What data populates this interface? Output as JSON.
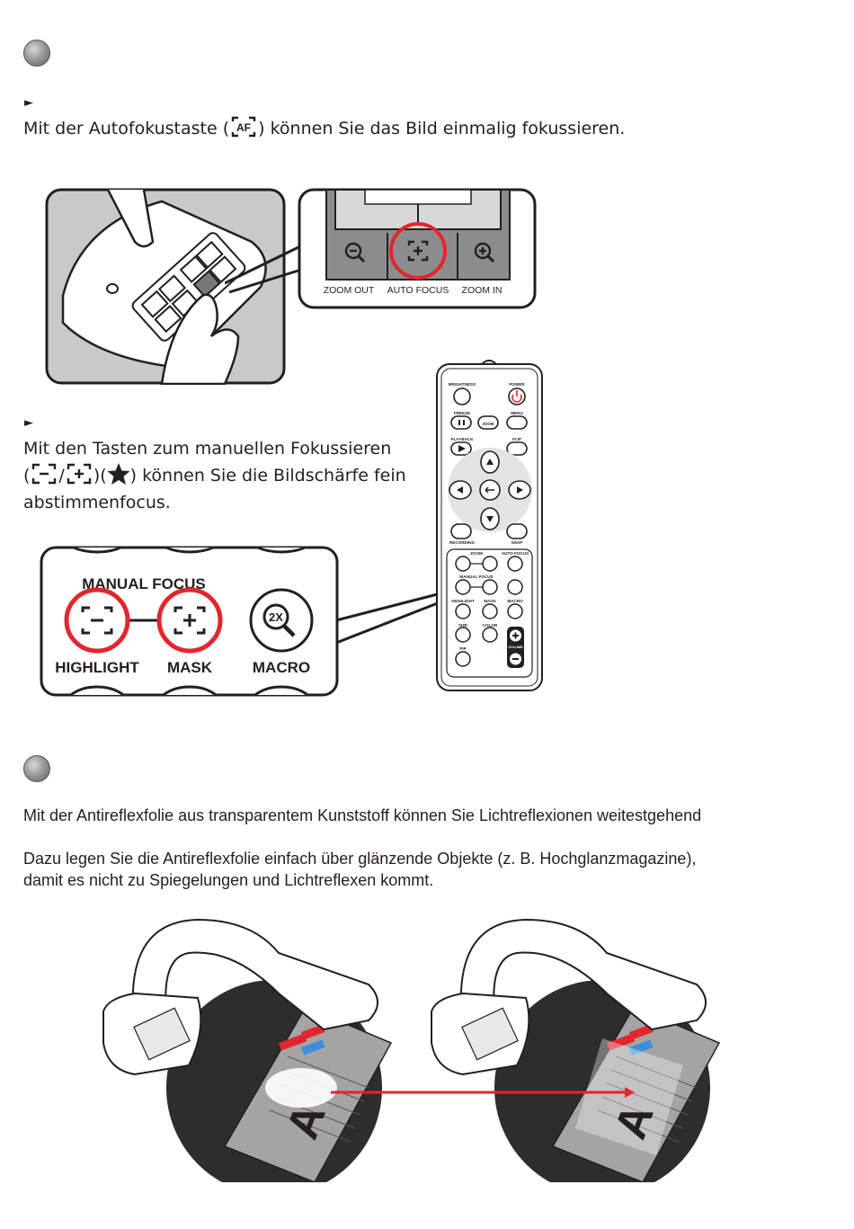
{
  "section1": {
    "auto_arrow": "►",
    "auto_text_before": "Mit der Autofokustaste (",
    "auto_text_after": ") können Sie das Bild einmalig fokussieren.",
    "af_icon_label": "AF",
    "manual_arrow": "►",
    "manual_line1": "Mit den Tasten zum manuellen Fokussieren",
    "manual_paren_open": "(",
    "manual_slash": "/",
    "manual_close_open": ")(",
    "manual_line2_after": ") können Sie die Bildschärfe fein",
    "manual_line3": "abstimmenfocus."
  },
  "panel_top": {
    "zoom_out": "ZOOM OUT",
    "auto_focus": "AUTO FOCUS",
    "zoom_in": "ZOOM IN"
  },
  "remote": {
    "brightness": "BRIGHTNESS",
    "power": "POWER",
    "freeze": "FREEZE",
    "zoom_key": "ZOOM",
    "menu": "MENU",
    "playback": "PLAYBACK",
    "flip": "FLIP",
    "recording": "RECORDING",
    "snap": "SNAP",
    "zoom": "ZOOM",
    "auto_focus": "AUTO FOCUS",
    "manual_focus": "MANUAL FOCUS",
    "highlight": "HIGHLIGHT",
    "mask": "MASK",
    "macro": "MACRO",
    "size": "SIZE",
    "color": "COLOR",
    "volume": "VOLUME",
    "pip": "PIP"
  },
  "panel_bottom": {
    "manual_focus": "MANUAL FOCUS",
    "highlight": "HIGHLIGHT",
    "mask": "MASK",
    "macro": "MACRO",
    "macro_icon": "2X"
  },
  "section2": {
    "line1": "Mit der Antireflexfolie aus transparentem Kunststoff können Sie Lichtreflexionen weitestgehend",
    "line2": "Dazu legen Sie die Antireflexfolie einfach über glänzende Objekte (z. B. Hochglanzmagazine),",
    "line3": "damit es nicht zu Spiegelungen und Lichtreflexen kommt."
  },
  "illustration": {
    "doc_letter": "A"
  },
  "colors": {
    "accent_red": "#e3262e",
    "panel_gray": "#c9c9c9",
    "bullet_gray": "#8e8e8e"
  }
}
